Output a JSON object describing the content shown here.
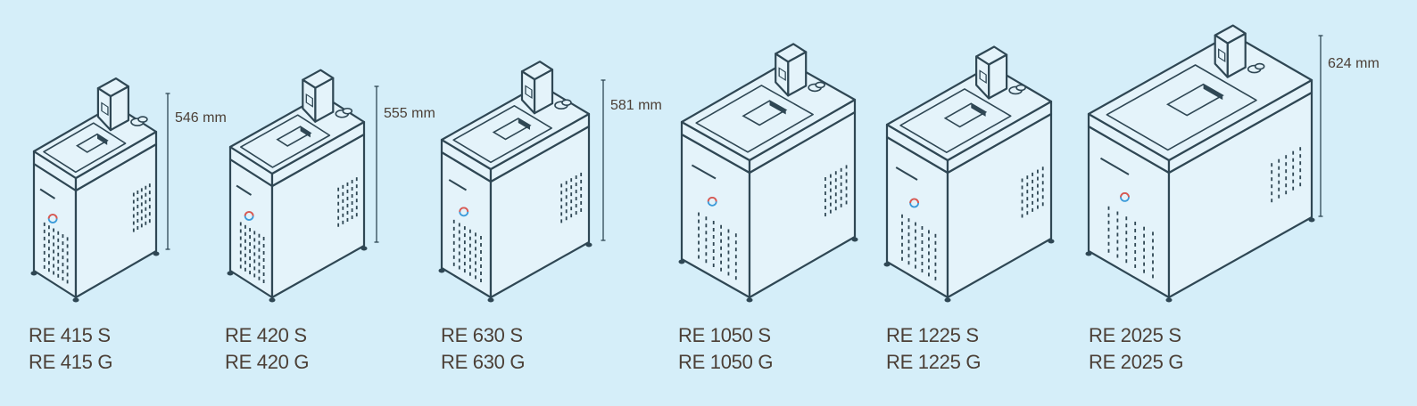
{
  "units": [
    {
      "name": "re-415",
      "model_s": "RE 415 S",
      "model_g": "RE 415 G",
      "height_label": "546 mm"
    },
    {
      "name": "re-420",
      "model_s": "RE 420 S",
      "model_g": "RE 420 G",
      "height_label": "555 mm"
    },
    {
      "name": "re-630",
      "model_s": "RE 630 S",
      "model_g": "RE 630 G",
      "height_label": "581 mm"
    },
    {
      "name": "re-1050",
      "model_s": "RE 1050 S",
      "model_g": "RE 1050 G",
      "height_label": null
    },
    {
      "name": "re-1225",
      "model_s": "RE 1225 S",
      "model_g": "RE 1225 G",
      "height_label": null
    },
    {
      "name": "re-2025",
      "model_s": "RE 2025 S",
      "model_g": "RE 2025 G",
      "height_label": "624 mm"
    }
  ],
  "colors": {
    "background": "#d5eef9",
    "line": "#2f4754",
    "fill": "#e4f3fa",
    "text": "#4b3f36",
    "logo_red": "#e2574c",
    "logo_blue": "#3a9ad9"
  }
}
